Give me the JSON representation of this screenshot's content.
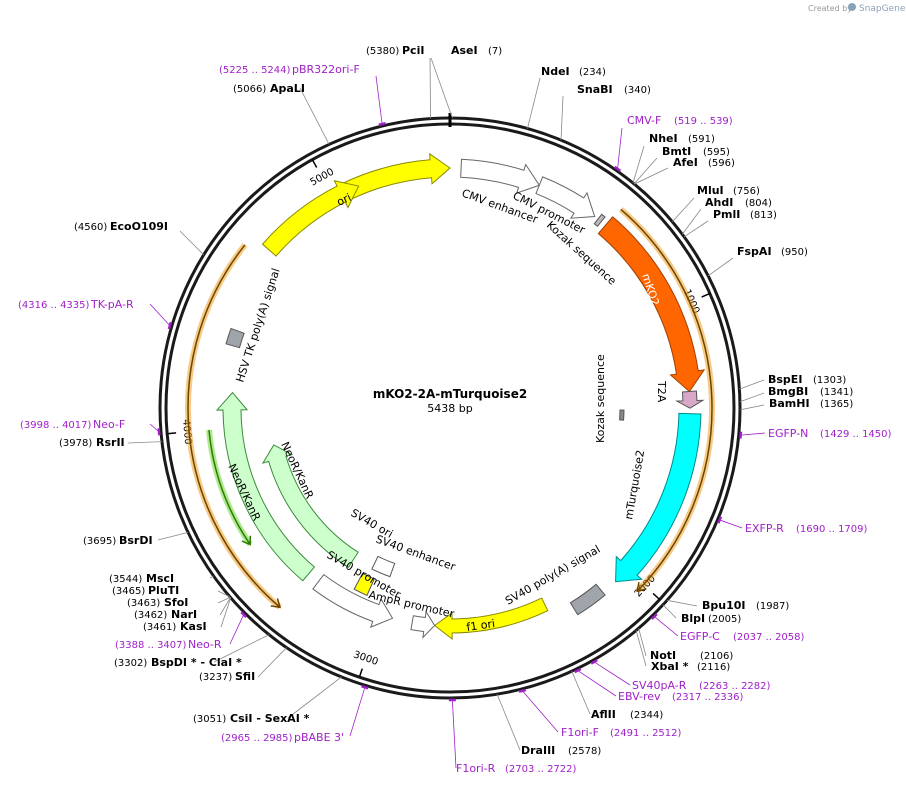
{
  "credit": {
    "prefix": "Created by",
    "brand": "SnapGene"
  },
  "plasmid": {
    "name": "mKO2-2A-mTurquoise2",
    "length_label": "5438 bp",
    "length": 5438
  },
  "ticks": [
    {
      "label": "1000",
      "pos": 1000
    },
    {
      "label": "2000",
      "pos": 2000
    },
    {
      "label": "3000",
      "pos": 3000
    },
    {
      "label": "4000",
      "pos": 4000
    },
    {
      "label": "5000",
      "pos": 5000
    }
  ],
  "enzymes": [
    {
      "name": "PciI",
      "pos_label": "(5380)",
      "pos": 5380
    },
    {
      "name": "AseI",
      "pos_label": "(7)",
      "pos": 7
    },
    {
      "name": "NdeI",
      "pos_label": "(234)",
      "pos": 234
    },
    {
      "name": "SnaBI",
      "pos_label": "(340)",
      "pos": 340
    },
    {
      "name": "NheI",
      "pos_label": "(591)",
      "pos": 591
    },
    {
      "name": "BmtI",
      "pos_label": "(595)",
      "pos": 595
    },
    {
      "name": "AfeI",
      "pos_label": "(596)",
      "pos": 596
    },
    {
      "name": "MluI",
      "pos_label": "(756)",
      "pos": 756
    },
    {
      "name": "AhdI",
      "pos_label": "(804)",
      "pos": 804
    },
    {
      "name": "PmlI",
      "pos_label": "(813)",
      "pos": 813
    },
    {
      "name": "FspAI",
      "pos_label": "(950)",
      "pos": 950
    },
    {
      "name": "BspEI",
      "pos_label": "(1303)",
      "pos": 1303
    },
    {
      "name": "BmgBI",
      "pos_label": "(1341)",
      "pos": 1341
    },
    {
      "name": "BamHI",
      "pos_label": "(1365)",
      "pos": 1365
    },
    {
      "name": "Bpu10I",
      "pos_label": "(1987)",
      "pos": 1987
    },
    {
      "name": "BlpI",
      "pos_label": "(2005)",
      "pos": 2005
    },
    {
      "name": "NotI",
      "pos_label": "(2106)",
      "pos": 2106
    },
    {
      "name": "XbaI *",
      "pos_label": "(2116)",
      "pos": 2116
    },
    {
      "name": "AflII",
      "pos_label": "(2344)",
      "pos": 2344
    },
    {
      "name": "DraIII",
      "pos_label": "(2578)",
      "pos": 2578
    },
    {
      "name": "CsiI - SexAI *",
      "pos_label": "(3051)",
      "pos": 3051
    },
    {
      "name": "SfiI",
      "pos_label": "(3237)",
      "pos": 3237
    },
    {
      "name": "BspDI * - ClaI *",
      "pos_label": "(3302)",
      "pos": 3302
    },
    {
      "name": "KasI",
      "pos_label": "(3461)",
      "pos": 3461
    },
    {
      "name": "NarI",
      "pos_label": "(3462)",
      "pos": 3462
    },
    {
      "name": "SfoI",
      "pos_label": "(3463)",
      "pos": 3463
    },
    {
      "name": "PluTI",
      "pos_label": "(3465)",
      "pos": 3465
    },
    {
      "name": "MscI",
      "pos_label": "(3544)",
      "pos": 3544
    },
    {
      "name": "BsrDI",
      "pos_label": "(3695)",
      "pos": 3695
    },
    {
      "name": "RsrII",
      "pos_label": "(3978)",
      "pos": 3978
    },
    {
      "name": "EcoO109I",
      "pos_label": "(4560)",
      "pos": 4560
    },
    {
      "name": "ApaLI",
      "pos_label": "(5066)",
      "pos": 5066
    }
  ],
  "primers": [
    {
      "name": "CMV-F",
      "range": "(519 .. 539)",
      "pos": 529
    },
    {
      "name": "EGFP-N",
      "range": "(1429 .. 1450)",
      "pos": 1440
    },
    {
      "name": "EXFP-R",
      "range": "(1690 .. 1709)",
      "pos": 1700
    },
    {
      "name": "EGFP-C",
      "range": "(2037 .. 2058)",
      "pos": 2048
    },
    {
      "name": "SV40pA-R",
      "range": "(2263 .. 2282)",
      "pos": 2272
    },
    {
      "name": "EBV-rev",
      "range": "(2317 .. 2336)",
      "pos": 2327
    },
    {
      "name": "F1ori-F",
      "range": "(2491 .. 2512)",
      "pos": 2502
    },
    {
      "name": "F1ori-R",
      "range": "(2703 .. 2722)",
      "pos": 2712
    },
    {
      "name": "pBABE 3'",
      "range": "(2965 .. 2985)",
      "pos": 2975
    },
    {
      "name": "Neo-R",
      "range": "(3388 .. 3407)",
      "pos": 3398
    },
    {
      "name": "Neo-F",
      "range": "(3998 .. 4017)",
      "pos": 4008
    },
    {
      "name": "TK-pA-R",
      "range": "(4316 .. 4335)",
      "pos": 4326
    },
    {
      "name": "pBR322ori-F",
      "range": "(5225 .. 5244)",
      "pos": 5235
    }
  ],
  "features": {
    "ori": "ori",
    "cmv_enhancer": "CMV enhancer",
    "cmv_promoter": "CMV promoter",
    "kozak_1": "Kozak sequence",
    "mko2": "mKO2",
    "t2a": "T2A",
    "kozak_2": "Kozak sequence",
    "mturquoise2": "mTurquoise2",
    "sv40_polya": "SV40 poly(A) signal",
    "f1_ori": "f1 ori",
    "ampr_promoter": "AmpR promoter",
    "sv40_promoter": "SV40 promoter",
    "sv40_ori": "SV40 ori",
    "sv40_enhancer": "SV40 enhancer",
    "neor_kanr_1": "NeoR/KanR",
    "neor_kanr_2": "NeoR/KanR",
    "hsv_tk_polya": "HSV TK poly(A) signal"
  },
  "colors": {
    "ori": "#ffff00",
    "mko2": "#ff6600",
    "mturquoise2": "#00ffff",
    "neor": "#ccffcc",
    "orf_outline": "#f0a020",
    "orf_arrow": "#6b4400",
    "primer": "#a020c8",
    "polya": "#a0a4ab",
    "t2a": "#d9a8c8"
  }
}
